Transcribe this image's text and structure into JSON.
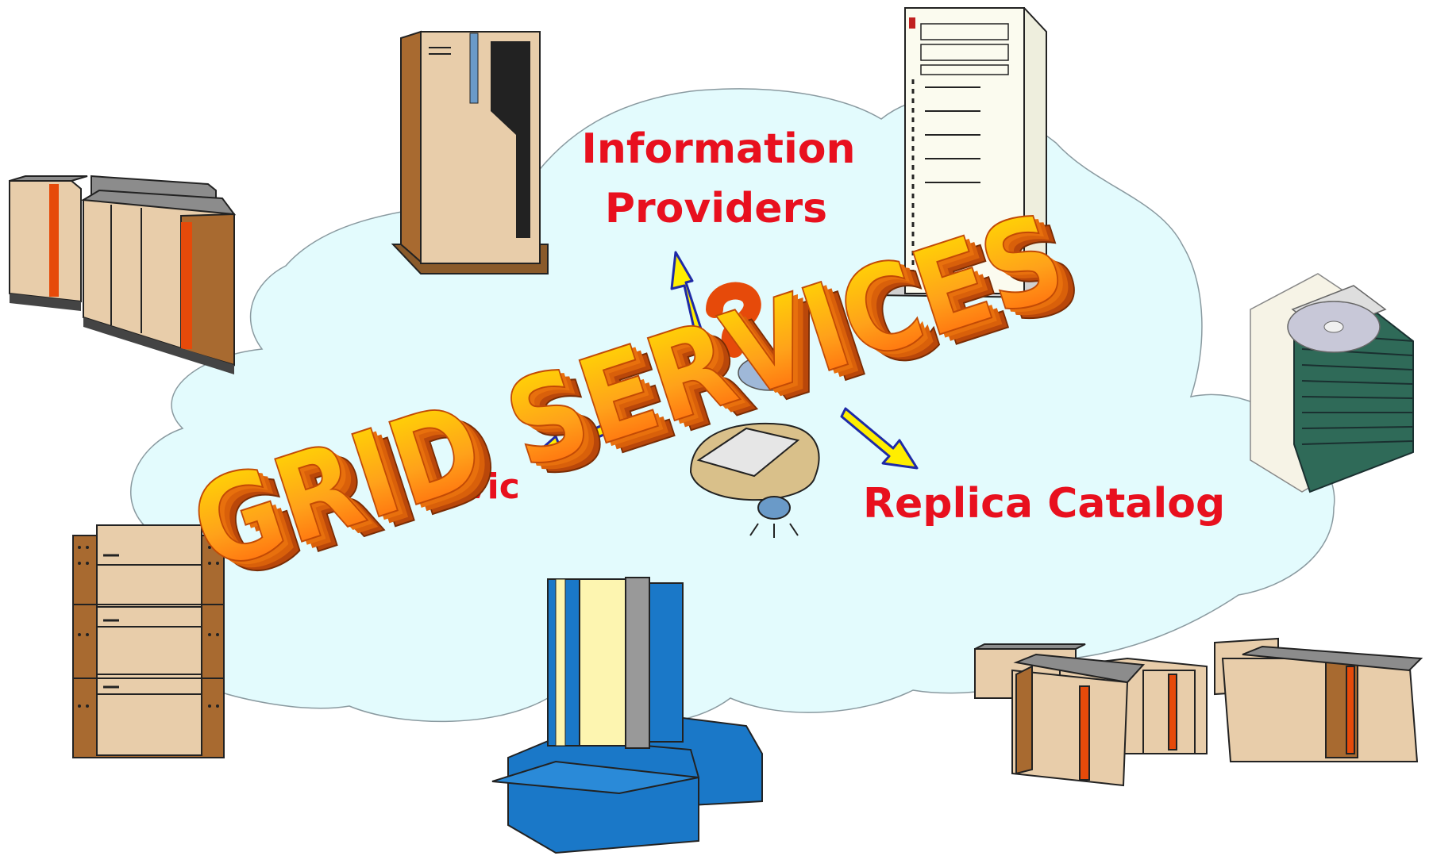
{
  "title": "GRID SERVICES",
  "labels": {
    "info_line1": "Information",
    "info_line2": "Providers",
    "replica": "Replica Catalog",
    "partial": "vic"
  },
  "colors": {
    "label": "#e8101e",
    "cloud_fill": "#e3fbfd",
    "cloud_stroke": "#8a9aa0",
    "arrow_fill": "#ffee00",
    "arrow_stroke": "#1f2aa6",
    "title_front": "#ffb020",
    "title_side": "#d9600a"
  },
  "icons": [
    "mainframe-cabinets-icon",
    "tall-cabinet-server-icon",
    "tower-server-icon",
    "cd-stack-icon",
    "rack-server-icon",
    "supercomputer-tower-icon",
    "server-cluster-icon",
    "computer-mouse-icon",
    "question-mark-icon"
  ]
}
